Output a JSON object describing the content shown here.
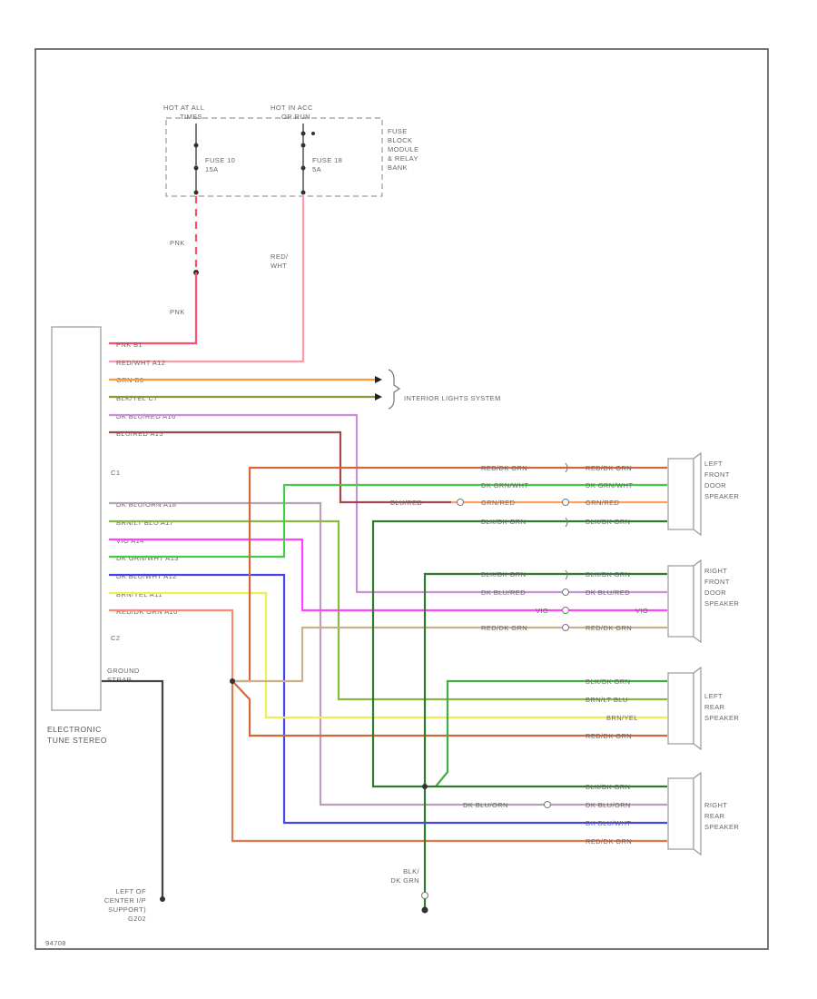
{
  "power": {
    "hot_at_all_times": [
      "HOT AT ALL",
      "TIMES"
    ],
    "hot_in_acc": [
      "HOT IN ACC",
      "OR RUN"
    ],
    "fuse_left": [
      "FUSE 10",
      "15A"
    ],
    "fuse_right": [
      "FUSE 18",
      "5A"
    ],
    "fuse_block": [
      "FUSE",
      "BLOCK",
      "MODULE",
      "& RELAY",
      "BANK"
    ]
  },
  "wires_top": {
    "pnk_upper": "PNK",
    "pnk_lower": "PNK",
    "red_wht": [
      "RED/",
      "WHT"
    ]
  },
  "radio": {
    "pins": [
      "PNK B1",
      "RED/WHT A12",
      "GRN B3",
      "BLK/YEL C7",
      "DK BLU/RED A16",
      "BLU/RED A15",
      "DK BLU/ORN A18",
      "BRN/LT BLU A17",
      "VIO A14",
      "DK GRN/WHT A13",
      "DK BLU/WHT A12",
      "BRN/YEL A11",
      "RED/DK GRN A10"
    ],
    "c1": "C1",
    "c2": "C2",
    "ground": [
      "GROUND",
      "STRAP"
    ],
    "name": [
      "ELECTRONIC",
      "TUNE STEREO"
    ]
  },
  "interior_lights": "INTERIOR LIGHTS SYSTEM",
  "speakers": {
    "left_front": {
      "name": [
        "LEFT",
        "FRONT",
        "DOOR",
        "SPEAKER"
      ],
      "wires": [
        "RED/DK GRN",
        "DK GRN/WHT",
        "GRN/RED",
        "BLK/DK GRN"
      ],
      "extra": "BLU/RED"
    },
    "right_front": {
      "name": [
        "RIGHT",
        "FRONT",
        "DOOR",
        "SPEAKER"
      ],
      "wires": [
        "BLK/DK GRN",
        "DK BLU/RED",
        "VIO",
        "RED/DK GRN"
      ]
    },
    "left_rear": {
      "name": [
        "LEFT",
        "REAR",
        "SPEAKER"
      ],
      "wires": [
        "BLK/DK GRN",
        "BRN/LT BLU",
        "BRN/YEL",
        "RED/DK GRN"
      ]
    },
    "right_rear": {
      "name": [
        "RIGHT",
        "REAR",
        "SPEAKER"
      ],
      "wires": [
        "BLK/DK GRN",
        "DK BLU/ORN",
        "DK BLU/WHT",
        "RED/DK GRN"
      ],
      "extra": "DK BLU/ORN"
    }
  },
  "ground_bottom": [
    "BLK/",
    "DK GRN"
  ],
  "ground_location": [
    "LEFT OF",
    "CENTER I/P",
    "SUPPORT)",
    "G202"
  ],
  "diagram_id": "94708"
}
